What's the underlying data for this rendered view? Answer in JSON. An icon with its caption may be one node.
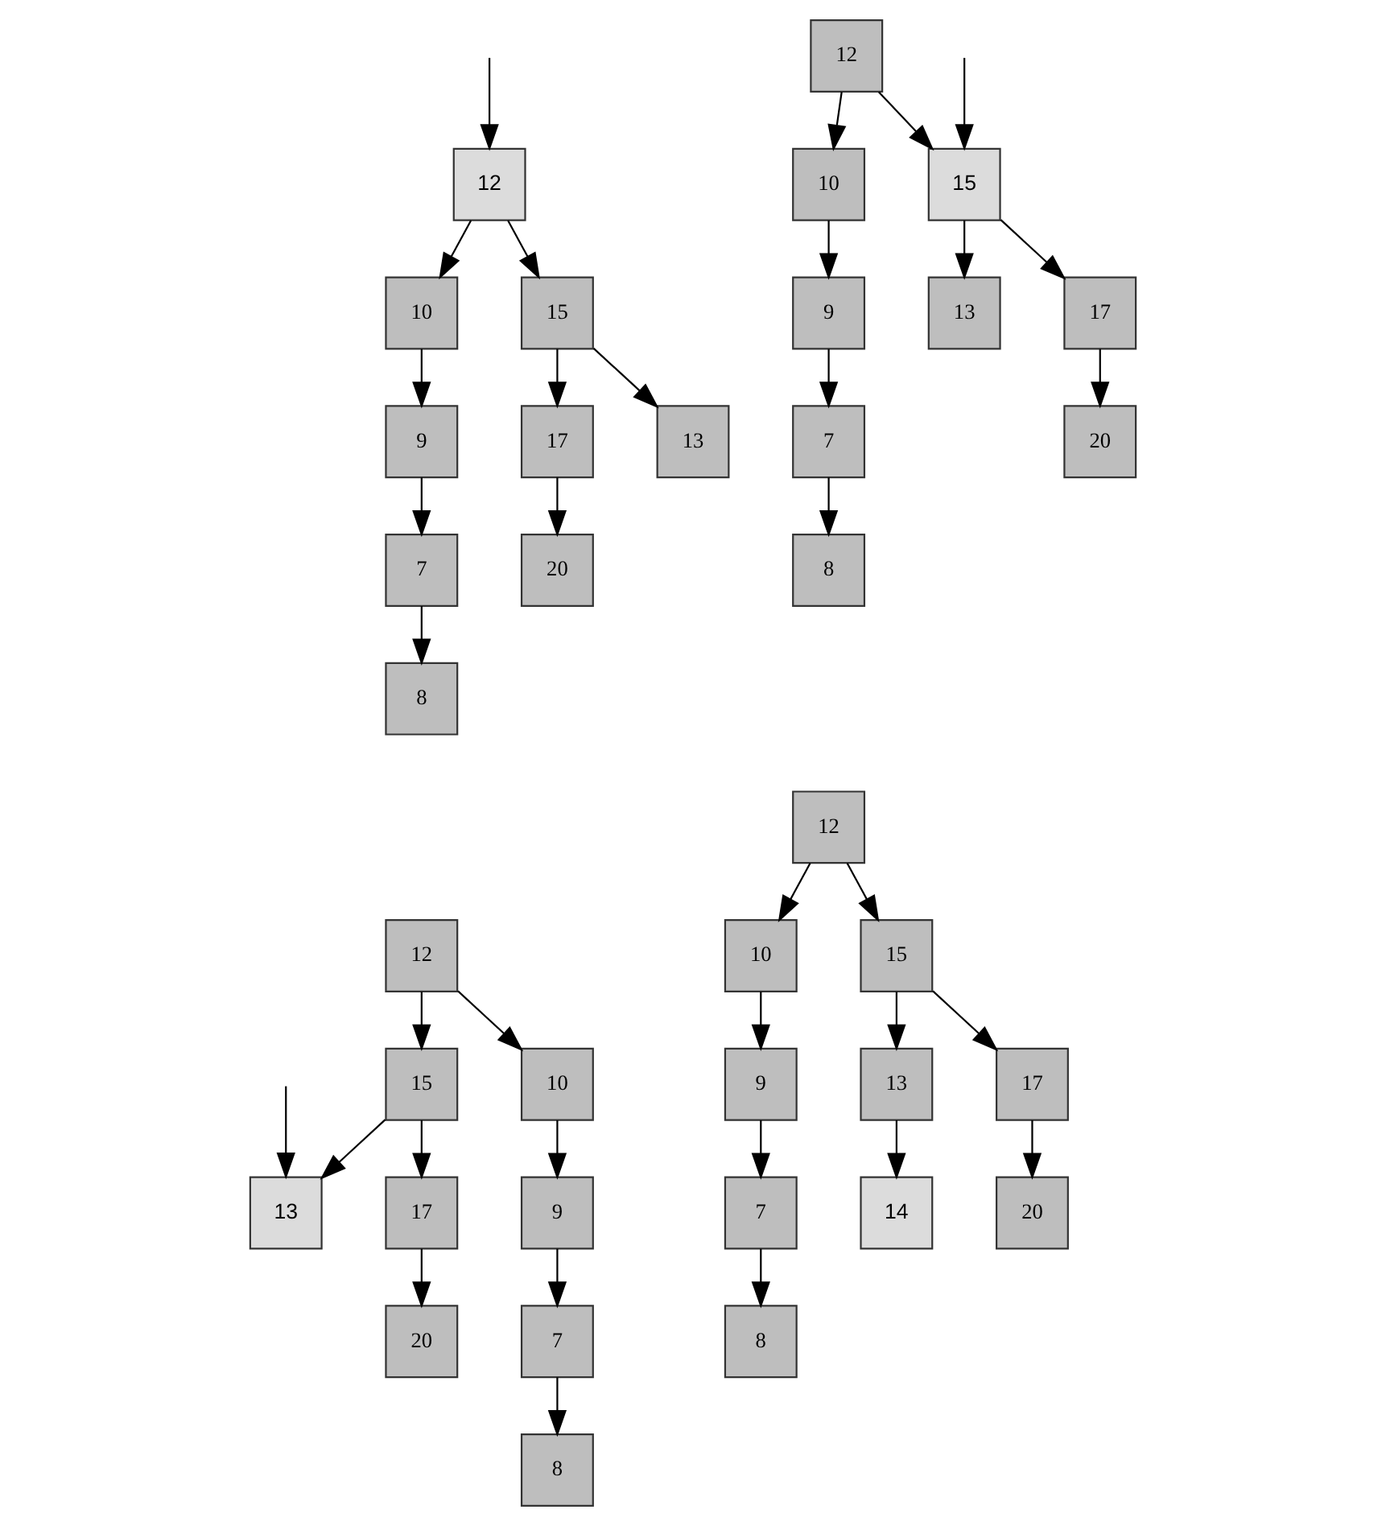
{
  "diagram": {
    "nodes": [
      {
        "text": [
          "12"
        ]
      },
      {
        "text": [
          "10"
        ]
      },
      {
        "text": [
          "15"
        ]
      },
      {
        "text": [
          "9"
        ]
      },
      {
        "text": [
          "13"
        ]
      },
      {
        "text": [
          "17"
        ]
      },
      {
        "text": [
          "7"
        ]
      },
      {
        "text": [
          "20"
        ]
      },
      {
        "text": [
          "8"
        ]
      },
      {
        "text": [
          "12"
        ]
      },
      {
        "text": [
          "10"
        ]
      },
      {
        "text": [
          "15"
        ]
      },
      {
        "text": [
          "9"
        ]
      },
      {
        "text": [
          "13"
        ]
      },
      {
        "text": [
          "17"
        ]
      },
      {
        "text": [
          "7"
        ]
      },
      {
        "text": [
          "20"
        ]
      },
      {
        "text": [
          "8"
        ]
      },
      {
        "text": [
          "12"
        ]
      },
      {
        "text": [
          "10"
        ]
      },
      {
        "text": [
          "15"
        ]
      },
      {
        "text": [
          "9"
        ]
      },
      {
        "text": [
          "13"
        ]
      },
      {
        "text": [
          "17"
        ]
      },
      {
        "text": [
          "7"
        ]
      },
      {
        "text": [
          "20"
        ]
      },
      {
        "text": [
          "8"
        ]
      },
      {
        "text": [
          "12"
        ]
      },
      {
        "text": [
          "10"
        ]
      },
      {
        "text": [
          "15"
        ]
      },
      {
        "text": [
          "9"
        ]
      },
      {
        "text": [
          "13"
        ]
      },
      {
        "text": [
          "17"
        ]
      },
      {
        "text": [
          "7"
        ]
      },
      {
        "text": [
          "14"
        ]
      },
      {
        "text": [
          "20"
        ]
      },
      {
        "text": [
          "8"
        ]
      }
    ],
    "edges": [
      {
        "from": null,
        "to": 0,
        "arrow": "to"
      },
      {
        "from": 0,
        "to": 1,
        "arrow": "to"
      },
      {
        "from": 0,
        "to": 2,
        "arrow": "to"
      },
      {
        "from": 1,
        "to": 3,
        "arrow": "to"
      },
      {
        "from": 2,
        "to": 4,
        "arrow": "to"
      },
      {
        "from": 2,
        "to": 5,
        "arrow": "to"
      },
      {
        "from": 3,
        "to": 6,
        "arrow": "to"
      },
      {
        "from": 5,
        "to": 7,
        "arrow": "to"
      },
      {
        "from": 6,
        "to": 8,
        "arrow": "to"
      },
      {
        "from": null,
        "to": 11,
        "arrow": "to"
      },
      {
        "from": 9,
        "to": 10,
        "arrow": "to"
      },
      {
        "from": 9,
        "to": 11,
        "arrow": "to"
      },
      {
        "from": 10,
        "to": 12,
        "arrow": "to"
      },
      {
        "from": 11,
        "to": 13,
        "arrow": "to"
      },
      {
        "from": 11,
        "to": 14,
        "arrow": "to"
      },
      {
        "from": 12,
        "to": 15,
        "arrow": "to"
      },
      {
        "from": 14,
        "to": 16,
        "arrow": "to"
      },
      {
        "from": 15,
        "to": 17,
        "arrow": "to"
      },
      {
        "from": null,
        "to": 22,
        "arrow": "to"
      },
      {
        "from": 18,
        "to": 19,
        "arrow": "to"
      },
      {
        "from": 18,
        "to": 20,
        "arrow": "to"
      },
      {
        "from": 19,
        "to": 21,
        "arrow": "to"
      },
      {
        "from": 20,
        "to": 22,
        "arrow": "to"
      },
      {
        "from": 20,
        "to": 23,
        "arrow": "to"
      },
      {
        "from": 21,
        "to": 24,
        "arrow": "to"
      },
      {
        "from": 23,
        "to": 25,
        "arrow": "to"
      },
      {
        "from": 24,
        "to": 26,
        "arrow": "to"
      },
      {
        "from": 27,
        "to": 28,
        "arrow": "to"
      },
      {
        "from": 27,
        "to": 29,
        "arrow": "to"
      },
      {
        "from": 28,
        "to": 30,
        "arrow": "to"
      },
      {
        "from": 29,
        "to": 31,
        "arrow": "to"
      },
      {
        "from": 29,
        "to": 32,
        "arrow": "to"
      },
      {
        "from": 30,
        "to": 33,
        "arrow": "to"
      },
      {
        "from": 31,
        "to": 34,
        "arrow": "to"
      },
      {
        "from": 32,
        "to": 35,
        "arrow": "to"
      },
      {
        "from": 33,
        "to": 36,
        "arrow": "to"
      }
    ]
  }
}
